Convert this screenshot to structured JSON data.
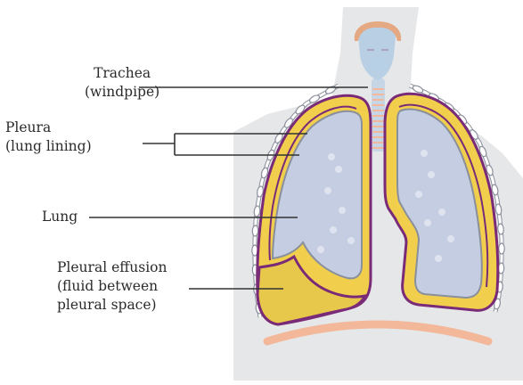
{
  "diagram": {
    "labels": {
      "trachea": [
        "Trachea",
        "(windpipe)"
      ],
      "pleura": [
        "Pleura",
        "(lung lining)"
      ],
      "lung": [
        "Lung"
      ],
      "pleural_effusion": [
        "Pleural effusion",
        "(fluid between",
        "pleural space)"
      ]
    },
    "colors": {
      "background": "#ffffff",
      "body_silhouette": "#e6e7e9",
      "face": "#b8cfe4",
      "hair": "#e4a983",
      "pleura_fill": "#f1cf4d",
      "pleura_outline": "#7a2b78",
      "lung_fill": "#c4cde2",
      "lung_outline": "#8a8f9c",
      "effusion_fill": "#e8c84a",
      "diaphragm": "#f3b89a",
      "ribs": "#ffffff",
      "leader_lines": "#333333"
    }
  }
}
